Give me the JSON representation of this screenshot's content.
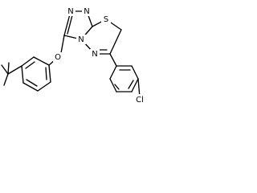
{
  "colors": {
    "background": "#ffffff",
    "bond": "#000000",
    "label": "#000000"
  },
  "atoms": {
    "n1": "N",
    "n2": "N",
    "s": "S",
    "n3": "N",
    "o": "O",
    "n4": "N",
    "cl": "Cl"
  }
}
